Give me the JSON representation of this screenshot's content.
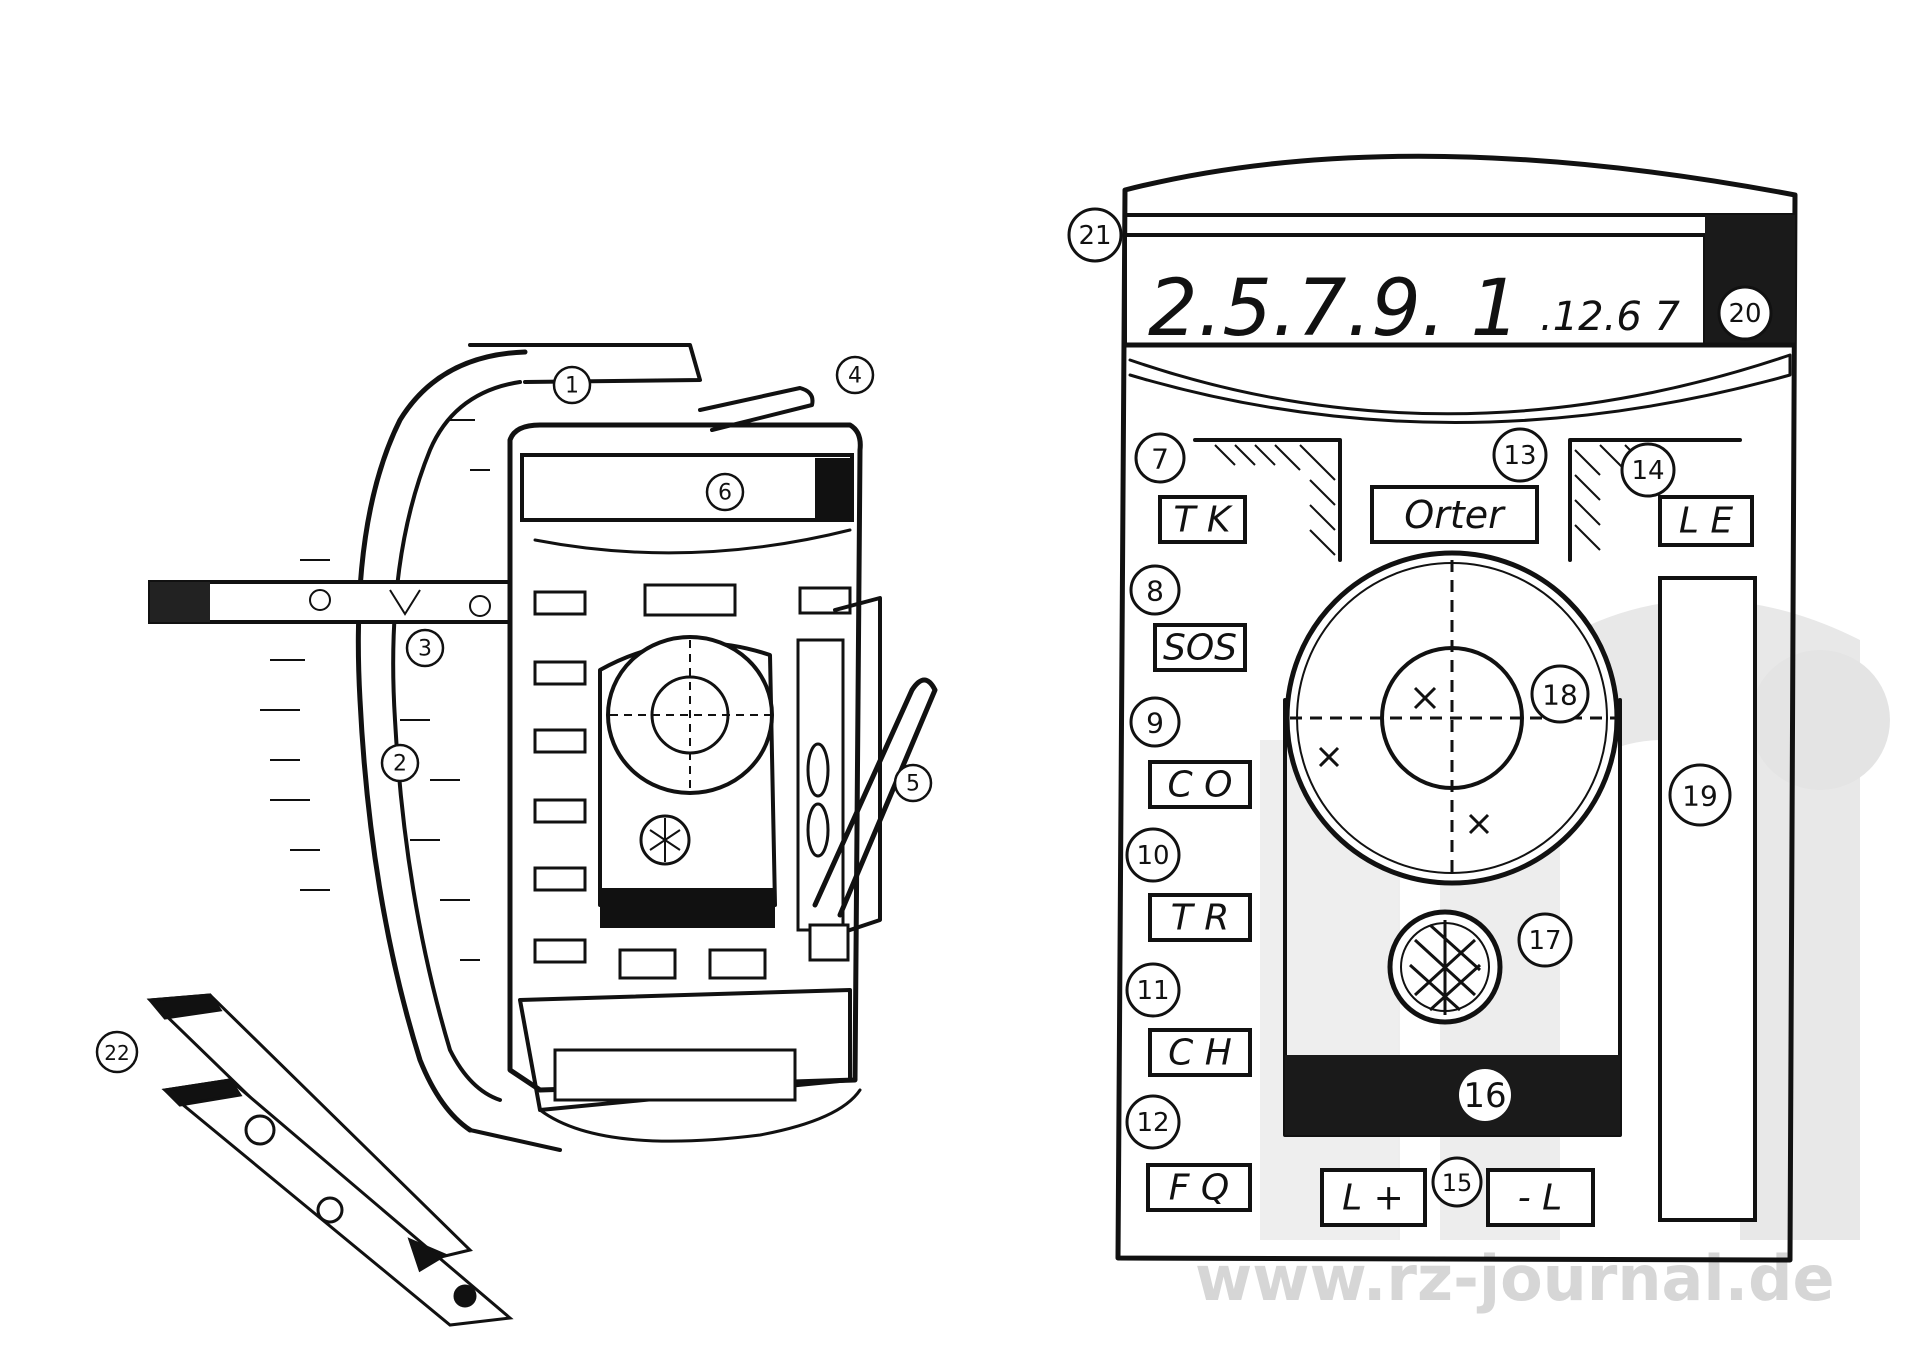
{
  "display": {
    "big_digits": "2.5.7.9. 1",
    "small_digits": ".12.6 7"
  },
  "buttons": {
    "tk": "T K",
    "sos": "SOS",
    "co": "C O",
    "tr": "T R",
    "ch": "C H",
    "fq": "F Q",
    "orter": "Orter",
    "le": "L E",
    "l_plus": "L +",
    "minus_l": "- L"
  },
  "callouts": {
    "c1": "1",
    "c2": "2",
    "c3": "3",
    "c4": "4",
    "c5": "5",
    "c6": "6",
    "c7": "7",
    "c8": "8",
    "c9": "9",
    "c10": "10",
    "c11": "11",
    "c12": "12",
    "c13": "13",
    "c14": "14",
    "c15": "15",
    "c16": "16",
    "c17": "17",
    "c18": "18",
    "c19": "19",
    "c20": "20",
    "c21": "21",
    "c22": "22"
  },
  "watermark": {
    "url": "www.rz-journal.de"
  }
}
